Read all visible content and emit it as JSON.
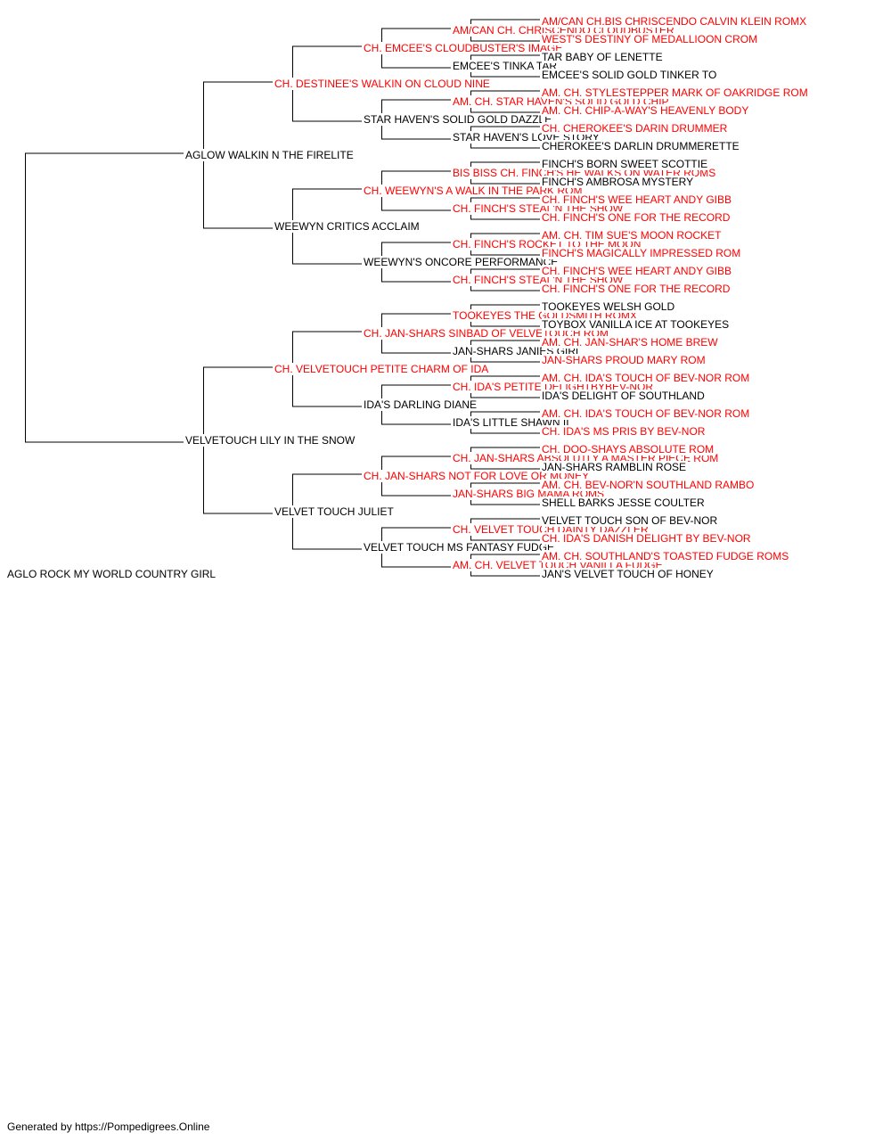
{
  "colors": {
    "champion": "#ff0000",
    "normal": "#000000",
    "line": "#000000"
  },
  "root": {
    "name": "AGLO ROCK MY WORLD COUNTRY GIRL",
    "red": false
  },
  "generations": [
    [
      {
        "name": "AGLOW WALKIN N THE FIRELITE",
        "red": false
      },
      {
        "name": "VELVETOUCH LILY IN THE SNOW",
        "red": false
      }
    ],
    [
      {
        "name": "CH. DESTINEE'S WALKIN ON CLOUD NINE",
        "red": true
      },
      {
        "name": "WEEWYN CRITICS ACCLAIM",
        "red": false
      },
      {
        "name": "CH. VELVETOUCH PETITE CHARM OF IDA",
        "red": true
      },
      {
        "name": "VELVET TOUCH JULIET",
        "red": false
      }
    ],
    [
      {
        "name": "CH. EMCEE'S CLOUDBUSTER'S IMAGE",
        "red": true
      },
      {
        "name": "STAR HAVEN'S SOLID GOLD DAZZLE",
        "red": false
      },
      {
        "name": "CH. WEEWYN'S A WALK IN THE PARK ROM",
        "red": true
      },
      {
        "name": "WEEWYN'S ONCORE PERFORMANCE",
        "red": false
      },
      {
        "name": "CH. JAN-SHARS SINBAD OF VELVETOUCH ROM",
        "red": true
      },
      {
        "name": "IDA'S DARLING DIANE",
        "red": false
      },
      {
        "name": "CH. JAN-SHARS NOT FOR LOVE OR MONEY",
        "red": true
      },
      {
        "name": "VELVET TOUCH MS FANTASY FUDGE",
        "red": false
      }
    ],
    [
      {
        "name": "AM/CAN CH. CHRISCENDO CLOUDBUSTER",
        "red": true
      },
      {
        "name": "EMCEE'S TINKA TAR",
        "red": false
      },
      {
        "name": "AM. CH. STAR HAVEN'S SOLID GOLD CHIP",
        "red": true
      },
      {
        "name": "STAR HAVEN'S LOVE STORY",
        "red": false
      },
      {
        "name": "BIS BISS CH. FINCH'S HE WALKS ON WATER ROMS",
        "red": true
      },
      {
        "name": "CH. FINCH'S STEAL'N THE SHOW",
        "red": true
      },
      {
        "name": "CH. FINCH'S ROCKET TO THE MOON",
        "red": true
      },
      {
        "name": "CH. FINCH'S STEAL'N THE SHOW",
        "red": true
      },
      {
        "name": "TOOKEYES THE GOLDSMITH ROMX",
        "red": true
      },
      {
        "name": "JAN-SHARS JANIES GIRL",
        "red": false
      },
      {
        "name": "CH. IDA'S PETITE DELIGHTBYBEV-NOR",
        "red": true
      },
      {
        "name": "IDA'S LITTLE SHAWN II",
        "red": false
      },
      {
        "name": "CH. JAN-SHARS ABSOLUTLY A MASTER PIECE ROM",
        "red": true
      },
      {
        "name": "JAN-SHARS BIG MAMA ROMS",
        "red": true
      },
      {
        "name": "CH. VELVET TOUCH DAINTY DAZZLER",
        "red": true
      },
      {
        "name": "AM. CH. VELVET TOUCH VANILLA FUDGE",
        "red": true
      }
    ],
    [
      {
        "name": "AM/CAN CH.BIS CHRISCENDO CALVIN KLEIN ROMX",
        "red": true
      },
      {
        "name": "WEST'S DESTINY OF MEDALLIOON CROM",
        "red": true
      },
      {
        "name": "TAR BABY OF LENETTE",
        "red": false
      },
      {
        "name": "EMCEE'S SOLID GOLD TINKER TO",
        "red": false
      },
      {
        "name": "AM. CH. STYLESTEPPER MARK OF OAKRIDGE ROM",
        "red": true
      },
      {
        "name": "AM. CH. CHIP-A-WAY'S HEAVENLY BODY",
        "red": true
      },
      {
        "name": "CH. CHEROKEE'S DARIN DRUMMER",
        "red": true
      },
      {
        "name": "CHEROKEE'S DARLIN DRUMMERETTE",
        "red": false
      },
      {
        "name": "FINCH'S BORN SWEET SCOTTIE",
        "red": false
      },
      {
        "name": "FINCH'S AMBROSA MYSTERY",
        "red": false
      },
      {
        "name": "CH. FINCH'S WEE HEART ANDY GIBB",
        "red": true
      },
      {
        "name": "CH. FINCH'S ONE FOR THE RECORD",
        "red": true
      },
      {
        "name": "AM. CH. TIM SUE'S MOON ROCKET",
        "red": true
      },
      {
        "name": "FINCH'S MAGICALLY IMPRESSED ROM",
        "red": true
      },
      {
        "name": "CH. FINCH'S WEE HEART ANDY GIBB",
        "red": true
      },
      {
        "name": "CH. FINCH'S ONE FOR THE RECORD",
        "red": true
      },
      {
        "name": "TOOKEYES WELSH GOLD",
        "red": false
      },
      {
        "name": "TOYBOX VANILLA ICE AT TOOKEYES",
        "red": false
      },
      {
        "name": "AM. CH. JAN-SHAR'S HOME BREW",
        "red": true
      },
      {
        "name": "JAN-SHARS PROUD MARY ROM",
        "red": true
      },
      {
        "name": "AM. CH. IDA'S TOUCH OF BEV-NOR ROM",
        "red": true
      },
      {
        "name": "IDA'S DELIGHT OF SOUTHLAND",
        "red": false
      },
      {
        "name": "AM. CH. IDA'S TOUCH OF BEV-NOR ROM",
        "red": true
      },
      {
        "name": "CH. IDA'S MS PRIS BY BEV-NOR",
        "red": true
      },
      {
        "name": "CH. DOO-SHAYS ABSOLUTE ROM",
        "red": true
      },
      {
        "name": "JAN-SHARS RAMBLIN ROSE",
        "red": false
      },
      {
        "name": "AM. CH. BEV-NOR'N SOUTHLAND RAMBO",
        "red": true
      },
      {
        "name": "SHELL BARKS JESSE COULTER",
        "red": false
      },
      {
        "name": "VELVET TOUCH SON OF BEV-NOR",
        "red": false
      },
      {
        "name": "CH. IDA'S DANISH DELIGHT BY BEV-NOR",
        "red": true
      },
      {
        "name": "AM. CH. SOUTHLAND'S TOASTED FUDGE ROMS",
        "red": true
      },
      {
        "name": "JAN'S VELVET TOUCH OF HONEY",
        "red": false
      }
    ]
  ],
  "footer": "Generated by https://Pompedigrees.Online"
}
